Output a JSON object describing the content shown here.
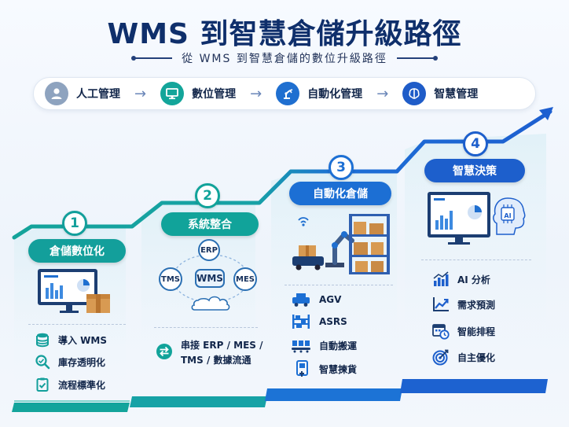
{
  "header": {
    "title": "WMS 到智慧倉儲升級路徑",
    "subtitle": "從 WMS 到智慧倉儲的數位升級路徑"
  },
  "evolution": [
    {
      "label": "人工管理",
      "icon": "person-icon",
      "color": "#8ea3bf"
    },
    {
      "label": "數位管理",
      "icon": "monitor-icon",
      "color": "#13a59a"
    },
    {
      "label": "自動化管理",
      "icon": "robot-arm-icon",
      "color": "#1f6fd0"
    },
    {
      "label": "智慧管理",
      "icon": "brain-icon",
      "color": "#1f5cc8"
    }
  ],
  "stages": [
    {
      "number": "1",
      "title": "倉儲數位化",
      "color": "#139f9b",
      "items": [
        {
          "icon": "database-icon",
          "text": "導入 WMS"
        },
        {
          "icon": "search-icon",
          "text": "庫存透明化"
        },
        {
          "icon": "checklist-icon",
          "text": "流程標準化"
        }
      ]
    },
    {
      "number": "2",
      "title": "系統整合",
      "color": "#11a39a",
      "nodes": {
        "top": "ERP",
        "center": "WMS",
        "left": "TMS",
        "right": "MES"
      },
      "items": [
        {
          "icon": "swap-arrows-icon",
          "line1": "串接 ERP / MES /",
          "line2": "TMS / 數據流通"
        }
      ]
    },
    {
      "number": "3",
      "title": "自動化倉儲",
      "color": "#1c6fd4",
      "items": [
        {
          "icon": "agv-icon",
          "text": "AGV"
        },
        {
          "icon": "shelf-icon",
          "text": "ASRS"
        },
        {
          "icon": "conveyor-icon",
          "text": "自動搬運"
        },
        {
          "icon": "handheld-scanner-icon",
          "text": "智慧揀貨"
        }
      ]
    },
    {
      "number": "4",
      "title": "智慧決策",
      "color": "#1d5fcc",
      "ai_chip": "AI",
      "items": [
        {
          "icon": "bar-chart-icon",
          "text": "AI 分析"
        },
        {
          "icon": "trend-icon",
          "text": "需求預測"
        },
        {
          "icon": "calendar-clock-icon",
          "text": "智能排程"
        },
        {
          "icon": "target-icon",
          "text": "自主優化"
        }
      ]
    }
  ]
}
